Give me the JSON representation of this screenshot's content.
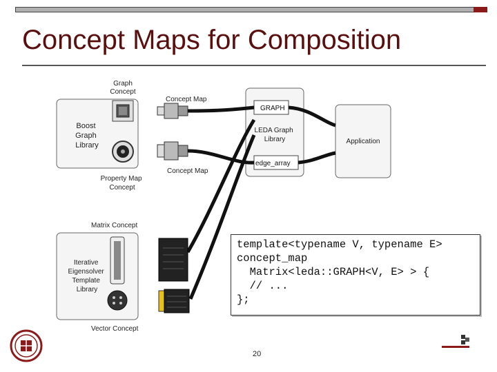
{
  "slide": {
    "title": "Concept Maps for Composition",
    "page_number": "20"
  },
  "diagram": {
    "graph_concept": "Graph Concept",
    "concept_map_top": "Concept Map",
    "concept_map_bottom": "Concept Map",
    "boost_graph_library": [
      "Boost",
      "Graph",
      "Library"
    ],
    "property_map_concept": [
      "Property Map",
      "Concept"
    ],
    "graph_label": "GRAPH",
    "leda_graph_library": [
      "LEDA Graph",
      "Library"
    ],
    "edge_array": "edge_array",
    "application": "Application",
    "matrix_concept": "Matrix Concept",
    "iterative_eigensolver": [
      "Iterative",
      "Eigensolver",
      "Template",
      "Library"
    ],
    "vector_concept": "Vector Concept"
  },
  "code": {
    "lines": [
      "template<typename V, typename E>",
      "concept_map",
      "  Matrix<leda::GRAPH<V, E> > {",
      "  // ...",
      "};"
    ]
  },
  "colors": {
    "title": "#5a0f0f",
    "accent": "#8b1a1a",
    "cable": "#111111",
    "box_fill": "#f5f5f5"
  },
  "icons": {
    "left_logo": "university-seal-icon",
    "right_logo": "university-logo-icon"
  }
}
